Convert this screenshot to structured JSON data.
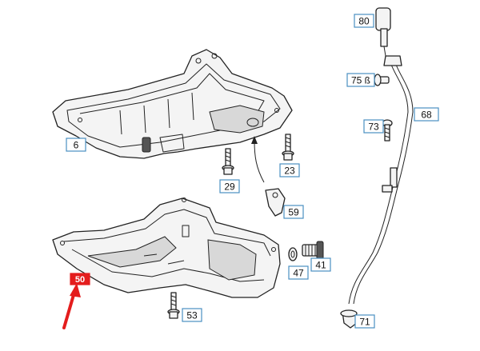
{
  "diagram": {
    "callouts": [
      {
        "id": "6",
        "label": "6"
      },
      {
        "id": "23",
        "label": "23"
      },
      {
        "id": "29",
        "label": "29"
      },
      {
        "id": "59",
        "label": "59"
      },
      {
        "id": "53",
        "label": "53"
      },
      {
        "id": "41",
        "label": "41"
      },
      {
        "id": "47",
        "label": "47"
      },
      {
        "id": "71",
        "label": "71"
      },
      {
        "id": "68",
        "label": "68"
      },
      {
        "id": "73",
        "label": "73"
      },
      {
        "id": "75",
        "label": "75 ß"
      },
      {
        "id": "80",
        "label": "80"
      },
      {
        "id": "hl",
        "label": "50"
      }
    ],
    "colors": {
      "callout_border": "#4a8fc1",
      "highlight": "#e41d1d",
      "line_art": "#222222"
    }
  }
}
